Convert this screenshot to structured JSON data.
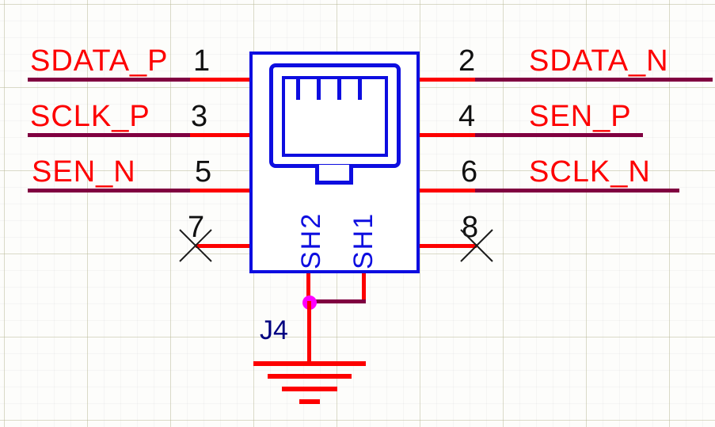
{
  "component": {
    "designator": "J4",
    "symbol": "rj45-jack",
    "shield_pins": [
      "SH2",
      "SH1"
    ]
  },
  "pins": {
    "left": [
      {
        "number": "1",
        "net": "SDATA_P",
        "no_connect": false
      },
      {
        "number": "3",
        "net": "SCLK_P",
        "no_connect": false
      },
      {
        "number": "5",
        "net": "SEN_N",
        "no_connect": false
      },
      {
        "number": "7",
        "net": "",
        "no_connect": true
      }
    ],
    "right": [
      {
        "number": "2",
        "net": "SDATA_N",
        "no_connect": false
      },
      {
        "number": "4",
        "net": "SEN_P",
        "no_connect": false
      },
      {
        "number": "6",
        "net": "SCLK_N",
        "no_connect": false
      },
      {
        "number": "8",
        "net": "",
        "no_connect": true
      }
    ]
  },
  "ground": {
    "symbol": "gnd"
  },
  "colors": {
    "component_outline": "#0d0de0",
    "pin": "#fd0000",
    "wire": "#800040",
    "junction": "#ff00ff",
    "net_label": "#fd0000",
    "pin_number": "#111111",
    "designator": "#000080",
    "background": "#fdfdfb"
  }
}
